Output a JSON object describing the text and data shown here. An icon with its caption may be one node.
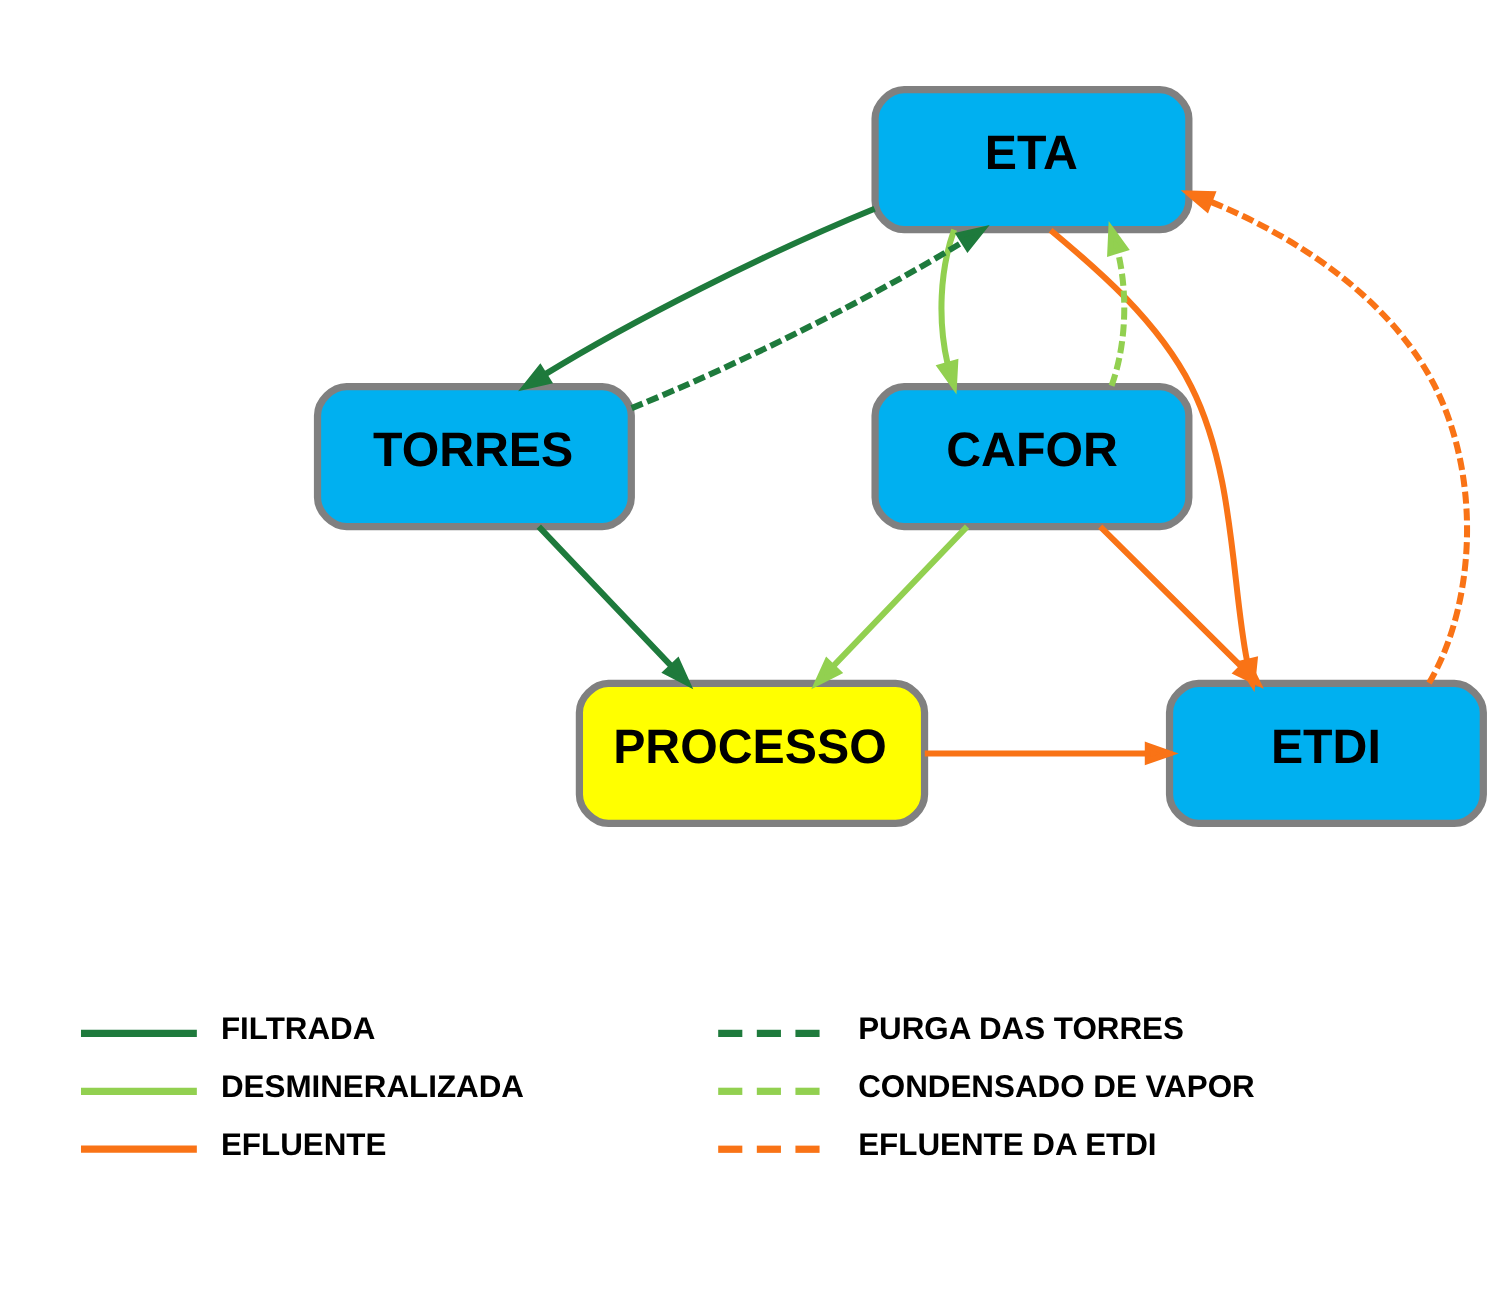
{
  "diagram": {
    "nodes": [
      {
        "text": [
          "ETA"
        ]
      },
      {
        "text": [
          "TORRES"
        ]
      },
      {
        "text": [
          "CAFOR"
        ]
      },
      {
        "text": [
          "PROCESSO"
        ]
      },
      {
        "text": [
          "ETDI"
        ]
      }
    ],
    "edges": [
      {
        "from": 0,
        "to": 1,
        "arrow": "to",
        "color": "#1e7a3c"
      },
      {
        "from": 1,
        "to": 0,
        "arrow": "to",
        "style": "dashed",
        "color": "#1e7a3c"
      },
      {
        "from": 0,
        "to": 2,
        "arrow": "to",
        "color": "#92d050"
      },
      {
        "from": 2,
        "to": 0,
        "arrow": "to",
        "style": "dashed",
        "color": "#92d050"
      },
      {
        "from": 2,
        "to": 3,
        "arrow": "to",
        "color": "#92d050"
      },
      {
        "from": 1,
        "to": 3,
        "arrow": "to",
        "color": "#1e7a3c"
      },
      {
        "from": 2,
        "to": 4,
        "arrow": "to",
        "color": "#f97316"
      },
      {
        "from": 3,
        "to": 4,
        "arrow": "to",
        "color": "#f97316"
      },
      {
        "from": 0,
        "to": 4,
        "arrow": "to",
        "color": "#f97316"
      },
      {
        "from": 4,
        "to": 0,
        "arrow": "to",
        "style": "dashed",
        "color": "#f97316"
      }
    ],
    "legend": [
      {
        "text": "FILTRADA"
      },
      {
        "text": "DESMINERALIZADA"
      },
      {
        "text": "EFLUENTE"
      },
      {
        "text": "PURGA DAS TORRES"
      },
      {
        "text": "CONDENSADO DE VAPOR"
      },
      {
        "text": "EFLUENTE DA ETDI"
      }
    ]
  }
}
